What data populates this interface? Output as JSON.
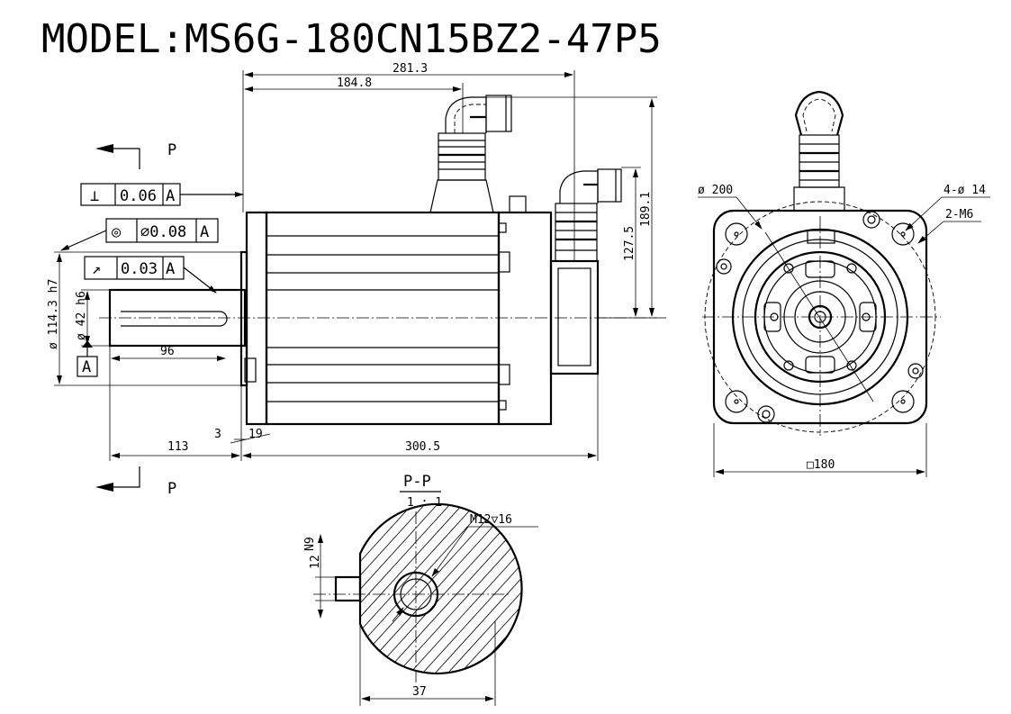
{
  "title": "MODEL:MS6G-180CN15BZ2-47P5",
  "section_markers": {
    "top_label": "P",
    "bottom_label": "P"
  },
  "tolerances": [
    {
      "symbol": "⊥",
      "value": "0.06",
      "datum": "A"
    },
    {
      "symbol": "◎",
      "value": "∅0.08",
      "datum": "A"
    },
    {
      "symbol": "↗",
      "value": "0.03",
      "datum": "A"
    }
  ],
  "datum_label": "A",
  "side_view": {
    "dim_overall_top": "281.3",
    "dim_connector": "184.8",
    "dim_total_length": "300.5",
    "dim_shaft_length": "113",
    "dim_key_length": "96",
    "dim_flange_3": "3",
    "dim_flange_19": "19",
    "dim_height_189": "189.1",
    "dim_height_127": "127.5",
    "dim_pilot": "ø 114.3 h7",
    "dim_shaft": "ø 42 h6"
  },
  "front_view": {
    "dim_pcd": "ø 200",
    "dim_holes": "4-ø 14",
    "dim_tapped": "2-M6",
    "dim_square": "□180"
  },
  "section_view": {
    "label": "P-P",
    "scale": "1 : 1",
    "dim_thread": "M12▽16",
    "dim_key": "N9",
    "dim_key_width": "12",
    "dim_width": "37"
  }
}
